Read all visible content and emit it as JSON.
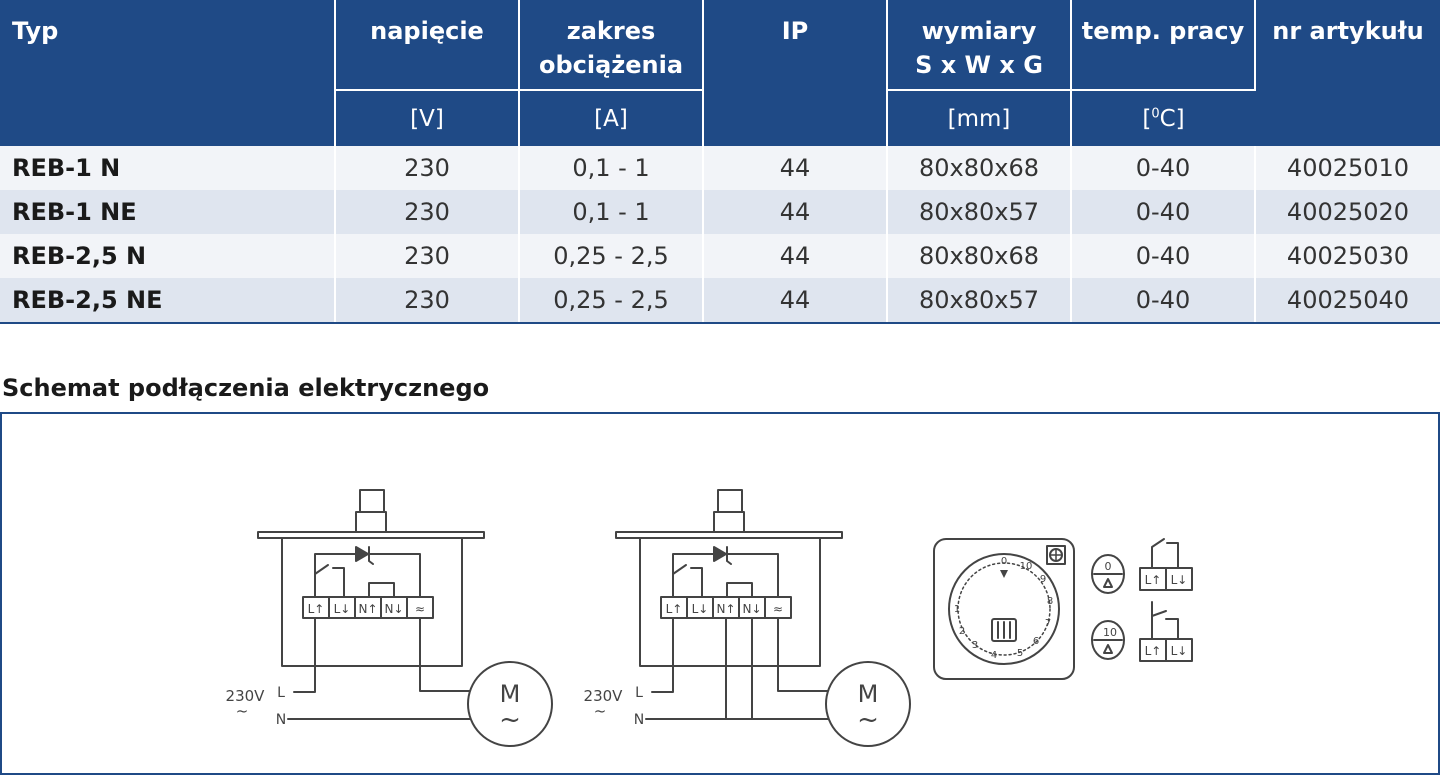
{
  "table": {
    "headers": [
      "Typ",
      "napięcie",
      "zakres obciążenia",
      "IP",
      "wymiary S x W x G",
      "temp. pracy",
      "nr artykułu"
    ],
    "header_lines": {
      "typ": "Typ",
      "napiecie": "napięcie",
      "zakres_1": "zakres",
      "zakres_2": "obciążenia",
      "ip": "IP",
      "wymiary_1": "wymiary",
      "wymiary_2": "S x W x G",
      "temp": "temp. pracy",
      "nr": "nr artykułu"
    },
    "units": {
      "napiecie": "[V]",
      "zakres": "[A]",
      "wymiary": "[mm]",
      "temp_open": "[",
      "temp_sup": "0",
      "temp_close": "C]"
    },
    "rows": [
      {
        "typ": "REB-1 N",
        "napiecie": "230",
        "zakres": "0,1 - 1",
        "ip": "44",
        "wymiary": "80x80x68",
        "temp": "0-40",
        "nr": "40025010"
      },
      {
        "typ": "REB-1 NE",
        "napiecie": "230",
        "zakres": "0,1 - 1",
        "ip": "44",
        "wymiary": "80x80x57",
        "temp": "0-40",
        "nr": "40025020"
      },
      {
        "typ": "REB-2,5 N",
        "napiecie": "230",
        "zakres": "0,25 - 2,5",
        "ip": "44",
        "wymiary": "80x80x68",
        "temp": "0-40",
        "nr": "40025030"
      },
      {
        "typ": "REB-2,5 NE",
        "napiecie": "230",
        "zakres": "0,25 - 2,5",
        "ip": "44",
        "wymiary": "80x80x57",
        "temp": "0-40",
        "nr": "40025040"
      }
    ]
  },
  "section": {
    "title": "Schemat podłączenia elektrycznego"
  },
  "diagram": {
    "terminals": [
      "L↑",
      "L↓",
      "N↑",
      "N↓",
      "≈"
    ],
    "supply_voltage": "230V",
    "supply_ac": "~",
    "line_label": "L",
    "neutral_label": "N",
    "motor_letter": "M",
    "motor_ac": "~",
    "dial_marks": [
      "0",
      "10",
      "9",
      "8",
      "7",
      "6",
      "5",
      "4",
      "3",
      "2",
      "1"
    ],
    "switch_min_label": "0",
    "switch_max_label": "10",
    "switch_terminals": [
      "L↑",
      "L↓"
    ]
  },
  "colors": {
    "header_bg": "#1f4a86",
    "row_light": "#f2f4f8",
    "row_dark": "#dfe5ef",
    "frame_border": "#1f4a86"
  }
}
